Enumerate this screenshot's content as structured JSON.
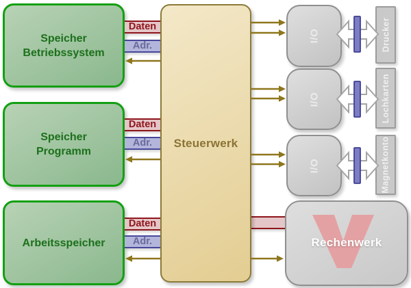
{
  "memory_blocks": [
    {
      "lines": [
        "Speicher",
        "Betriebssystem"
      ]
    },
    {
      "lines": [
        "Speicher",
        "Programm"
      ]
    },
    {
      "lines": [
        "Arbeitsspeicher"
      ]
    }
  ],
  "control_unit": {
    "label": "Steuerwerk"
  },
  "bus": {
    "data_label": "Daten",
    "addr_label": "Adr."
  },
  "io_unit": {
    "label": "I/O"
  },
  "peripherals": [
    {
      "label": "Drucker"
    },
    {
      "label": "Lochkarten"
    },
    {
      "label": "Magnetkonto"
    }
  ],
  "alu": {
    "label": "Rechenwerk"
  },
  "colors": {
    "background": "#ffffff",
    "memory_fill_light": "#b8d2b5",
    "memory_fill_dark": "#8ab88d",
    "memory_border": "#12a012",
    "memory_text": "#1c701c",
    "control_fill_light": "#f3e8c8",
    "control_fill_dark": "#e3cd92",
    "control_border": "#8b7a39",
    "control_text": "#8a7335",
    "data_bus_fill": "#e5c6c8",
    "data_bus_border": "#8e151d",
    "data_bus_text": "#8e151d",
    "addr_bus_fill": "#b3b5db",
    "addr_bus_border": "#47479b",
    "addr_bus_text": "#6a6a9c",
    "signal_arrow": "#8e761c",
    "io_fill_light": "#dfdfdf",
    "io_fill_dark": "#c2c2c2",
    "io_border": "#8f8f8f",
    "io_text": "#ebebeb",
    "peripheral_fill": "#c9c9c9",
    "peripheral_border": "#9c9c9c",
    "peripheral_text": "#f0f0f0",
    "connector_fill": "#ffffff",
    "connector_border": "#a5a5a5",
    "connector_bar_fill": "#7d7dc3",
    "connector_bar_border": "#3f3f93",
    "alu_fill_light": "#dedede",
    "alu_fill_dark": "#c8c8c8",
    "alu_border": "#8f8f8f",
    "alu_v_color": "#e4a1a3",
    "alu_text": "#ffffff"
  }
}
